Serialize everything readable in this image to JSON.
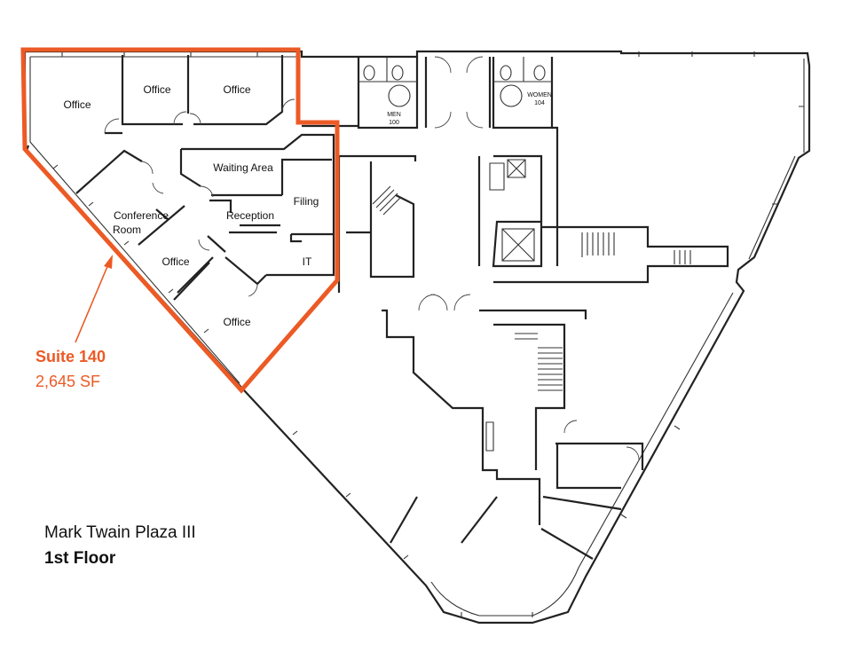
{
  "suite": {
    "name": "Suite 140",
    "area": "2,645 SF",
    "outline_color": "#ec5a25"
  },
  "building": {
    "name": "Mark Twain Plaza III",
    "floor": "1st Floor"
  },
  "rooms": {
    "office_nw": "Office",
    "office_n1": "Office",
    "office_n2": "Office",
    "waiting_area": "Waiting Area",
    "filing": "Filing",
    "reception": "Reception",
    "conference_line1": "Conference",
    "conference_line2": "Room",
    "office_mid": "Office",
    "it": "IT",
    "office_s": "Office"
  },
  "restrooms": {
    "men": "MEN",
    "men_number": "100",
    "women": "WOMEN",
    "women_number": "104"
  },
  "colors": {
    "accent": "#ec5a25",
    "walls": "#222222"
  }
}
